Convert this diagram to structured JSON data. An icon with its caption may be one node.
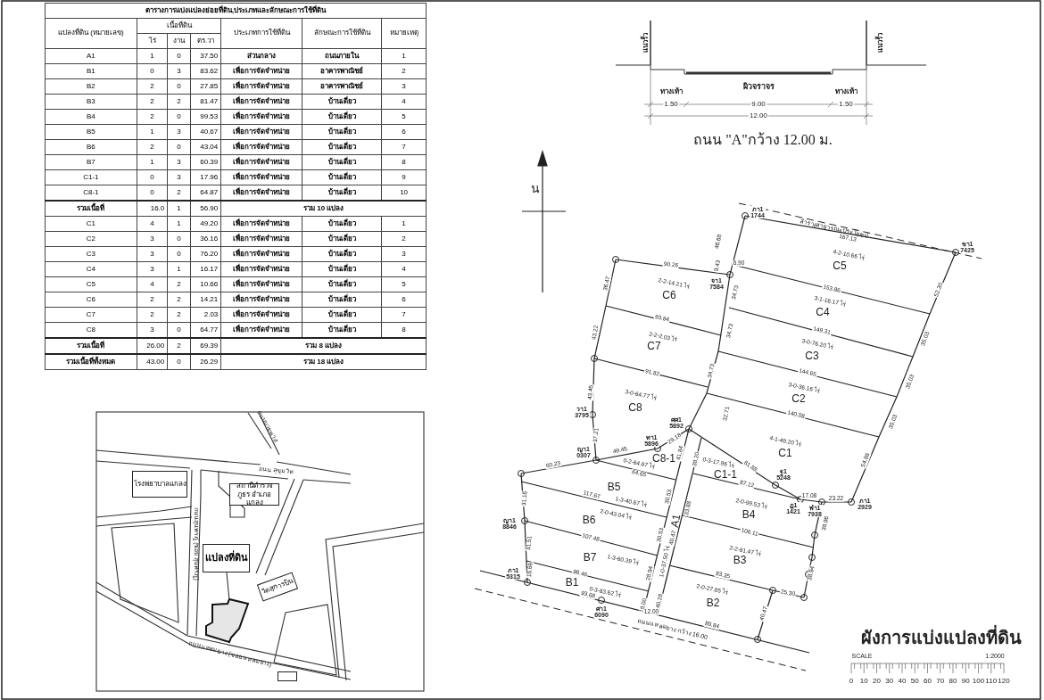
{
  "diagram": {
    "title": "ผังการแบ่งแปลงที่ดิน",
    "nodes": [
      {
        "text": [
          "โรงพยาบาลแกลง"
        ]
      },
      {
        "text": [
          "สถานีตำรวจภูธร อำเภอแกลง"
        ]
      },
      {
        "text": [
          "วัดสุการบิน"
        ]
      },
      {
        "text": [
          "แปลงที่ดิน"
        ]
      },
      {
        "text": [],
        "shape": "polygon"
      },
      {
        "text": [],
        "shape": "box"
      }
    ],
    "edges": [
      {
        "from": 3,
        "to": 4,
        "arrow": "none"
      }
    ],
    "labels": [
      "ตารางการแบ่งแปลงย่อยที่ดิน,ประเภทและลักษณะการใช้ที่ดิน",
      "แปลงที่ดิน (หมายเลข)",
      "เนื้อที่ดิน",
      "ประเภทการใช้ที่ดิน",
      "ลักษณะการใช้ที่ดิน",
      "หมายเหตุ",
      "ไร่",
      "งาน",
      "ตร.วา",
      "A1",
      "1",
      "0",
      "37.50",
      "ส่วนกลาง",
      "ถนนภายใน",
      "1",
      "B1",
      "0",
      "3",
      "83.62",
      "เพื่อการจัดจำหน่าย",
      "อาคารพาณิชย์",
      "2",
      "B2",
      "2",
      "0",
      "27.85",
      "เพื่อการจัดจำหน่าย",
      "อาคารพาณิชย์",
      "3",
      "B3",
      "2",
      "2",
      "81.47",
      "เพื่อการจัดจำหน่าย",
      "บ้านเดี่ยว",
      "4",
      "B4",
      "2",
      "0",
      "99.53",
      "เพื่อการจัดจำหน่าย",
      "บ้านเดี่ยว",
      "5",
      "B5",
      "1",
      "3",
      "40.67",
      "เพื่อการจัดจำหน่าย",
      "บ้านเดี่ยว",
      "6",
      "B6",
      "2",
      "0",
      "43.04",
      "เพื่อการจัดจำหน่าย",
      "บ้านเดี่ยว",
      "7",
      "B7",
      "1",
      "3",
      "60.39",
      "เพื่อการจัดจำหน่าย",
      "บ้านเดี่ยว",
      "8",
      "C1-1",
      "0",
      "3",
      "17.96",
      "เพื่อการจัดจำหน่าย",
      "บ้านเดี่ยว",
      "9",
      "C8-1",
      "0",
      "2",
      "64.87",
      "เพื่อการจัดจำหน่าย",
      "บ้านเดี่ยว",
      "10",
      "รวมเนื้อที่",
      "16.0",
      "1",
      "56.90",
      "รวม 10 แปลง",
      "C1",
      "4",
      "1",
      "49.20",
      "เพื่อการจัดจำหน่าย",
      "บ้านเดี่ยว",
      "1",
      "C2",
      "3",
      "0",
      "36.16",
      "เพื่อการจัดจำหน่าย",
      "บ้านเดี่ยว",
      "2",
      "C3",
      "3",
      "0",
      "76.20",
      "เพื่อการจัดจำหน่าย",
      "บ้านเดี่ยว",
      "3",
      "C4",
      "3",
      "1",
      "16.17",
      "เพื่อการจัดจำหน่าย",
      "บ้านเดี่ยว",
      "4",
      "C5",
      "4",
      "2",
      "10.66",
      "เพื่อการจัดจำหน่าย",
      "บ้านเดี่ยว",
      "5",
      "C6",
      "2",
      "2",
      "14.21",
      "เพื่อการจัดจำหน่าย",
      "บ้านเดี่ยว",
      "6",
      "C7",
      "2",
      "2",
      "2.03",
      "เพื่อการจัดจำหน่าย",
      "บ้านเดี่ยว",
      "7",
      "C8",
      "3",
      "0",
      "64.77",
      "เพื่อการจัดจำหน่าย",
      "บ้านเดี่ยว",
      "8",
      "รวมเนื้อที่",
      "26.00",
      "2",
      "69.39",
      "รวม 8 แปลง",
      "รวมเนื้อที่ทั้งหมด",
      "43.00",
      "0",
      "26.29",
      "รวม 18 แปลง",
      "แนวรั้ว",
      "แนวรั้ว",
      "ผิวจราจร",
      "ทางเท้า",
      "ทางเท้า",
      "1.50",
      "9.00",
      "1.50",
      "12.00",
      "ถนน \"A\"กว้าง 12.00 ม.",
      "ถนนบายพาส",
      "ถนน สุขุมวิท",
      "ถนนสุนทรภู่ (ซอย สุนทรภู่)",
      "ถนนแหลมยาง (ซอย แหลมยาง)",
      "น",
      "ลำรางสาธารณะประโยชน์",
      "167.13",
      "46.68",
      "9.43",
      "6.90",
      "90.26",
      "36.47",
      "34.73",
      "34.73",
      "34.73",
      "43.22",
      "43.45",
      "93.84",
      "91.82",
      "153.86",
      "149.31",
      "144.65",
      "140.08",
      "52.30",
      "35.03",
      "35.03",
      "35.03",
      "54.86",
      "37.21",
      "32.71",
      "29.18",
      "49.45",
      "60.23",
      "64.65",
      "41.84",
      "38.20",
      "33.88",
      "30.53",
      "30.53",
      "40.47",
      "28.94",
      "18.00",
      "40.28",
      "12.00",
      "117.67",
      "107.48",
      "98.46",
      "93.68",
      "31.16",
      "31.51",
      "16.69",
      "87.12",
      "81.88",
      "17.08",
      "23.22",
      "106.11",
      "83.35",
      "25.30",
      "80.84",
      "40.47",
      "38.96",
      "38.94",
      "4-2-10.66 ไร่",
      "2-2-14.21 ไร่",
      "3-1-16.17 ไร่",
      "2-2-2.03 ไร่",
      "3-0-76.20 ไร่",
      "3-0-36.16 ไร่",
      "3-0-64.77 ไร่",
      "4-1-49.20 ไร่",
      "0-2-64.87 ไร่",
      "0-3-17.96 ไร่",
      "1-3-40.67 ไร่",
      "2-0-43.04 ไร่",
      "2-0-99.53 ไร่",
      "2-2-81.47 ไร่",
      "1-3-60.39 ไร่",
      "0-3-83.62 ไร่",
      "2-0-27.85 ไร่",
      "1-0-37.50 ไร่",
      "C5",
      "C6",
      "C4",
      "C7",
      "C3",
      "C2",
      "C8",
      "C1",
      "C8-1",
      "C1-1",
      "B5",
      "B4",
      "B6",
      "B7",
      "B3",
      "B1",
      "B2",
      "A1",
      "ภา1 1744",
      "ขา1 7425",
      "จา1 7584",
      "วา1 3795",
      "ศศ1 5892",
      "ทา1 5896",
      "ญา1 0307",
      "ฐ1 5248",
      "ฎ1 1421",
      "ฬา1 7938",
      "ภา1 2929",
      "ญา1 8846",
      "ภา1 5315",
      "ศา1 6090",
      "ถนนแหลมยาง กว้าง 16.00",
      "SCALE",
      "1:2000",
      "0",
      "10",
      "20",
      "30",
      "40",
      "50",
      "60",
      "70",
      "80",
      "90",
      "100",
      "110",
      "120"
    ]
  }
}
